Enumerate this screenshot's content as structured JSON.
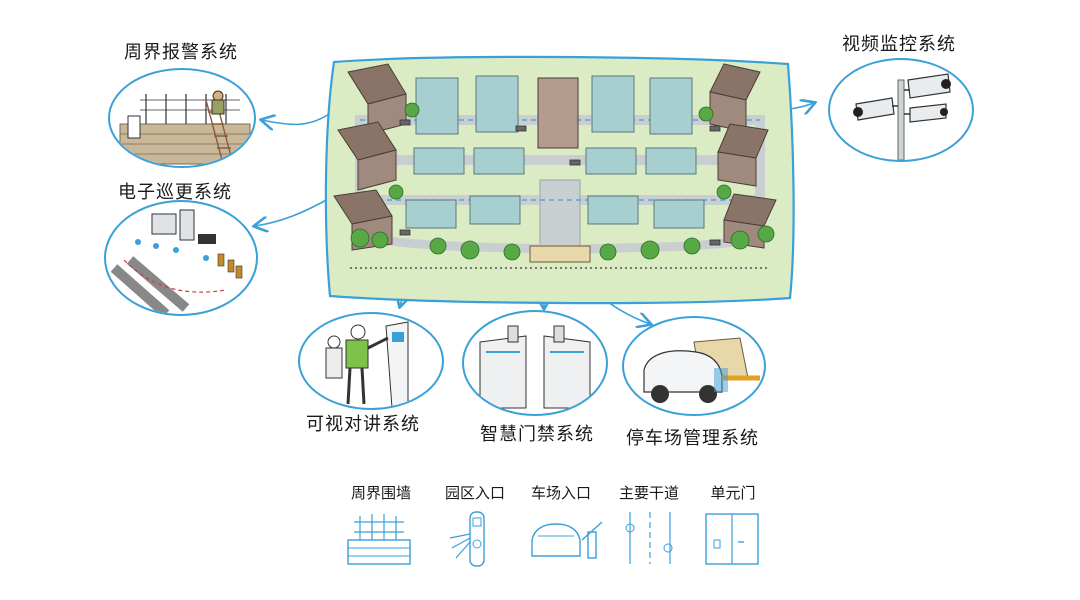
{
  "systems": {
    "perimeter_alarm": "周界报警系统",
    "video_surveillance": "视频监控系统",
    "electronic_patrol": "电子巡更系统",
    "video_intercom": "可视对讲系统",
    "smart_access": "智慧门禁系统",
    "parking_management": "停车场管理系统"
  },
  "legend": {
    "perimeter_wall": "周界围墙",
    "park_entrance": "园区入口",
    "parking_entrance": "车场入口",
    "main_road": "主要干道",
    "unit_door": "单元门"
  },
  "colors": {
    "accent_blue": "#3aa0d8",
    "grass": "#dbecc4",
    "building_brown": "#8a7468",
    "building_glass": "#a8cfd0",
    "road": "#c9cfd1",
    "tree": "#58a845"
  }
}
